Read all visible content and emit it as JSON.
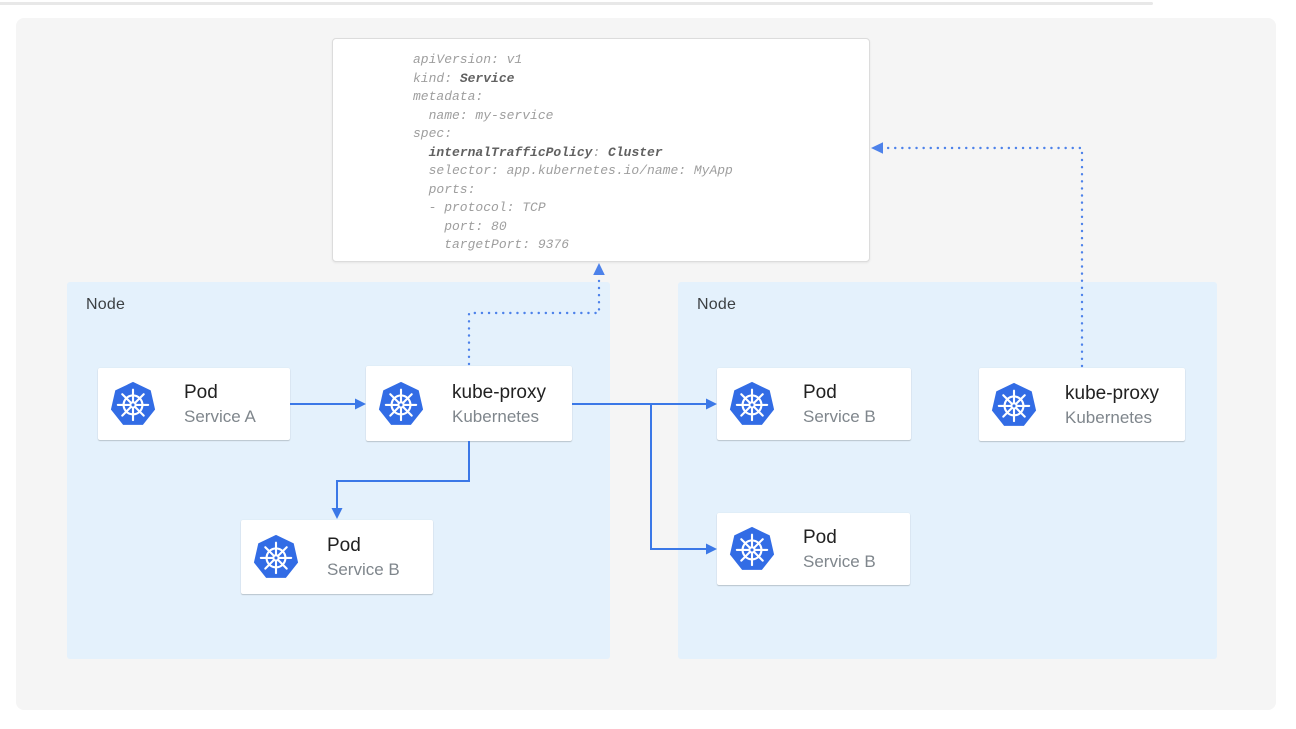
{
  "colors": {
    "panel_bg": "#f5f5f5",
    "node_bg": "#e4f1fc",
    "card_bg": "#ffffff",
    "solid_arrow": "#3b78e7",
    "dotted_arrow": "#4d82ea",
    "kubernetes_blue": "#326ce5",
    "code_text": "#9e9e9e",
    "code_bold_text": "#616161",
    "card_title_text": "#212121",
    "card_subtitle_text": "#7f868c",
    "node_label_text": "#3c4043"
  },
  "yaml_panel": {
    "lines": [
      [
        [
          "apiVersion: v1",
          false
        ]
      ],
      [
        [
          "kind: ",
          false
        ],
        [
          "Service",
          true
        ]
      ],
      [
        [
          "metadata:",
          false
        ]
      ],
      [
        [
          "  name: my-service",
          false
        ]
      ],
      [
        [
          "spec:",
          false
        ]
      ],
      [
        [
          "  ",
          false
        ],
        [
          "internalTrafficPolicy",
          true
        ],
        [
          ": ",
          false
        ],
        [
          "Cluster",
          true
        ]
      ],
      [
        [
          "  selector: app.kubernetes.io/name: MyApp",
          false
        ]
      ],
      [
        [
          "  ports:",
          false
        ]
      ],
      [
        [
          "  - protocol: TCP",
          false
        ]
      ],
      [
        [
          "    port: 80",
          false
        ]
      ],
      [
        [
          "    targetPort: 9376",
          false
        ]
      ]
    ]
  },
  "nodes": [
    {
      "label": "Node"
    },
    {
      "label": "Node"
    }
  ],
  "cards": [
    {
      "title": "Pod",
      "subtitle": "Service A",
      "icon": "kubernetes-icon"
    },
    {
      "title": "kube-proxy",
      "subtitle": "Kubernetes",
      "icon": "kubernetes-icon"
    },
    {
      "title": "Pod",
      "subtitle": "Service B",
      "icon": "kubernetes-icon"
    },
    {
      "title": "Pod",
      "subtitle": "Service B",
      "icon": "kubernetes-icon"
    },
    {
      "title": "Pod",
      "subtitle": "Service B",
      "icon": "kubernetes-icon"
    },
    {
      "title": "kube-proxy",
      "subtitle": "Kubernetes",
      "icon": "kubernetes-icon"
    }
  ]
}
